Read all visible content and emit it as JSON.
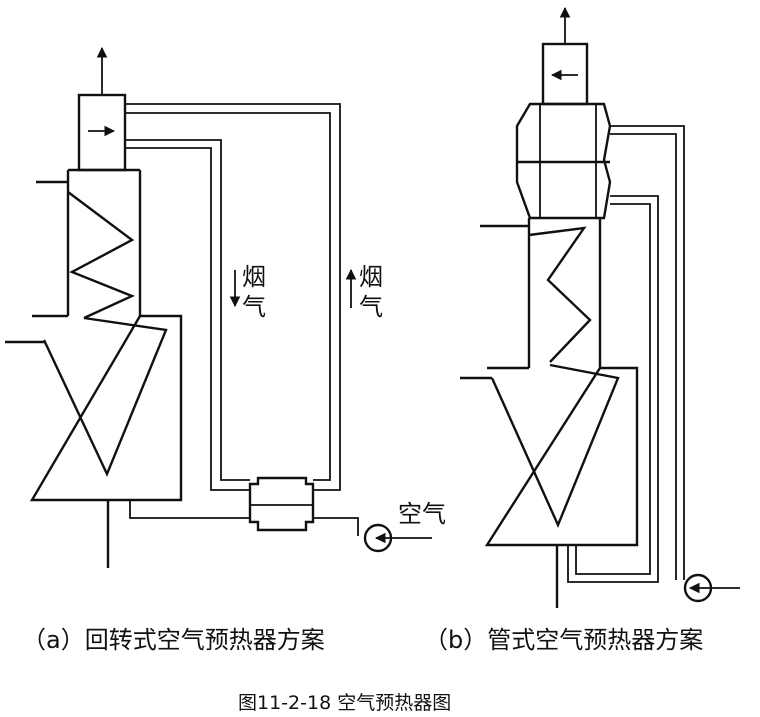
{
  "labels": {
    "flue_gas_down": [
      "烟",
      "气"
    ],
    "flue_gas_up": [
      "烟",
      "气"
    ],
    "air_inlet": "空气"
  },
  "captions": {
    "a": "（a）回转式空气预热器方案",
    "b": "（b）管式空气预热器方案"
  },
  "figure_title": "图11-2-18 空气预热器图"
}
